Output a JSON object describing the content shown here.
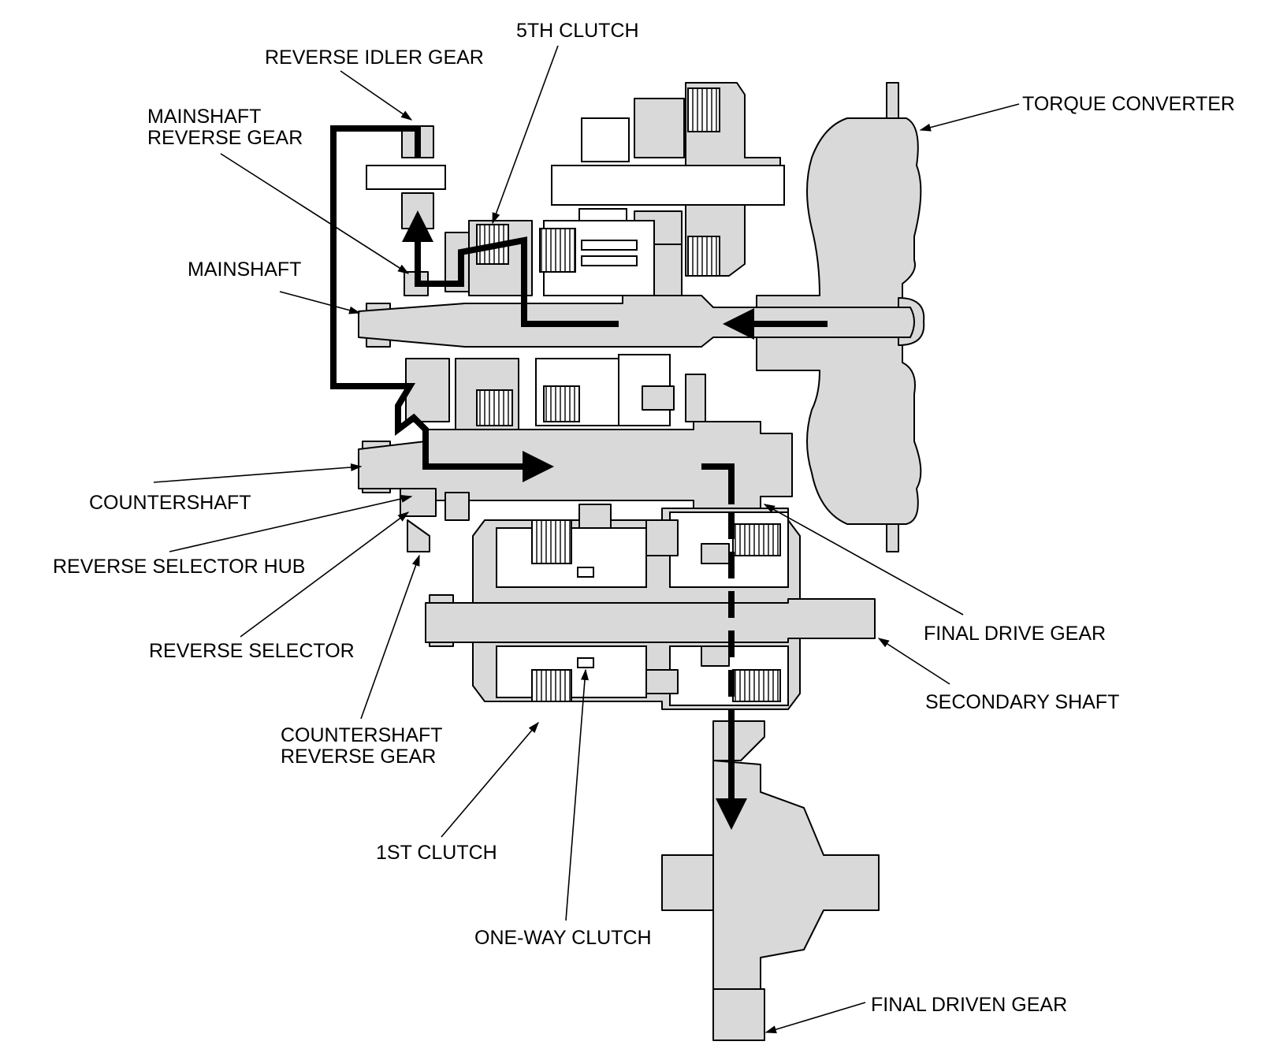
{
  "labels": {
    "fifth_clutch": "5TH CLUTCH",
    "reverse_idler_gear": "REVERSE IDLER GEAR",
    "mainshaft_reverse_gear_1": "MAINSHAFT",
    "mainshaft_reverse_gear_2": "REVERSE GEAR",
    "torque_converter": "TORQUE CONVERTER",
    "mainshaft": "MAINSHAFT",
    "countershaft": "COUNTERSHAFT",
    "reverse_selector_hub": "REVERSE SELECTOR HUB",
    "reverse_selector": "REVERSE SELECTOR",
    "countershaft_reverse_gear_1": "COUNTERSHAFT",
    "countershaft_reverse_gear_2": "REVERSE GEAR",
    "final_drive_gear": "FINAL DRIVE GEAR",
    "secondary_shaft": "SECONDARY SHAFT",
    "first_clutch": "1ST CLUTCH",
    "one_way_clutch": "ONE-WAY CLUTCH",
    "final_driven_gear": "FINAL DRIVEN GEAR"
  },
  "colors": {
    "component_fill": "#d9d9d9",
    "outline": "#000000",
    "power_flow": "#000000",
    "background": "#ffffff"
  }
}
